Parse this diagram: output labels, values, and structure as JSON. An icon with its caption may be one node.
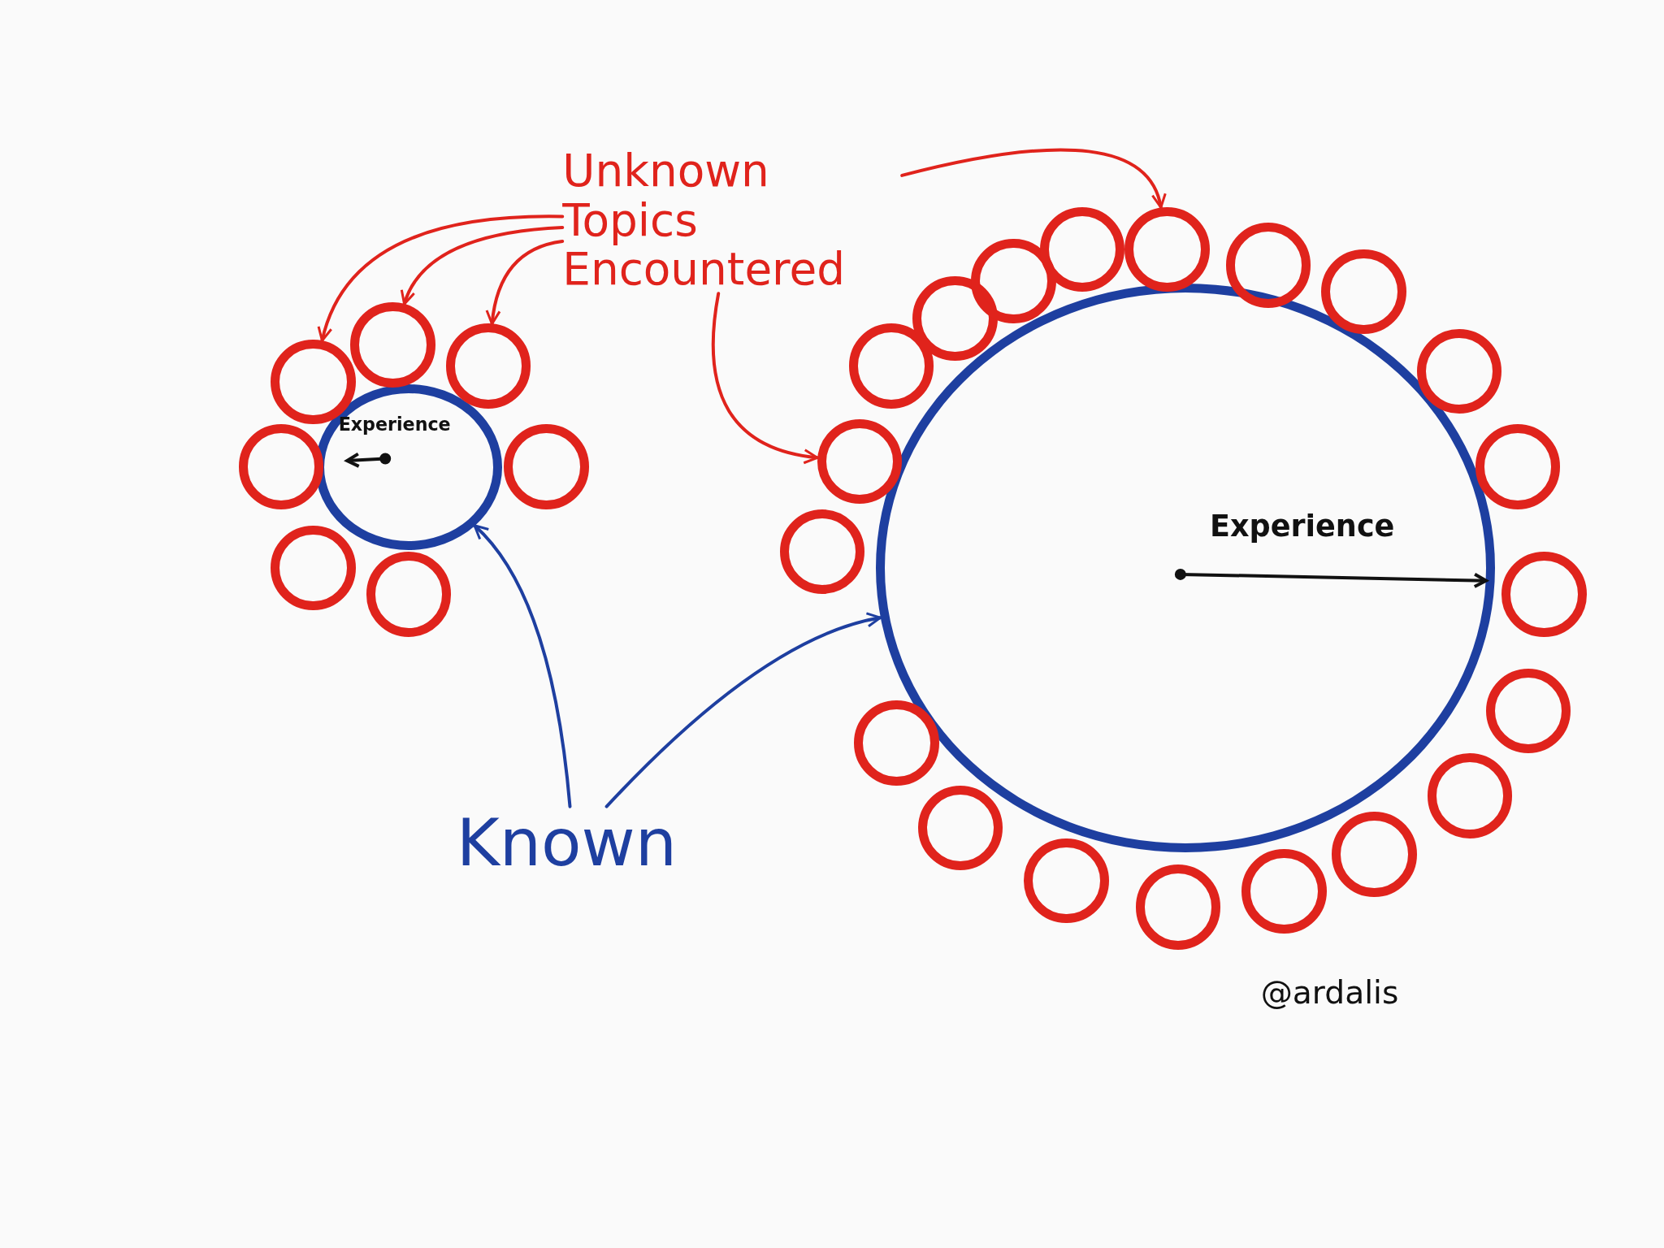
{
  "diagram": {
    "nodes": [
      {
        "text": [
          "Unknown Topics Encountered"
        ]
      },
      {
        "text": [
          "Experience"
        ]
      },
      {
        "text": [],
        "shape": "circle"
      },
      {
        "text": [],
        "shape": "circle"
      },
      {
        "text": [],
        "shape": "circle"
      },
      {
        "text": [],
        "shape": "circle"
      },
      {
        "text": [],
        "shape": "circle"
      },
      {
        "text": [],
        "shape": "circle"
      },
      {
        "text": [],
        "shape": "circle"
      },
      {
        "text": [
          "Experience"
        ]
      },
      {
        "text": [],
        "shape": "circle"
      },
      {
        "text": [],
        "shape": "circle"
      },
      {
        "text": [],
        "shape": "circle"
      },
      {
        "text": [],
        "shape": "circle"
      },
      {
        "text": [],
        "shape": "circle"
      },
      {
        "text": [],
        "shape": "circle"
      },
      {
        "text": [],
        "shape": "circle"
      },
      {
        "text": [],
        "shape": "circle"
      },
      {
        "text": [],
        "shape": "circle"
      },
      {
        "text": [],
        "shape": "circle"
      },
      {
        "text": [],
        "shape": "circle"
      },
      {
        "text": [],
        "shape": "circle"
      },
      {
        "text": [],
        "shape": "circle"
      },
      {
        "text": [],
        "shape": "circle"
      },
      {
        "text": [],
        "shape": "circle"
      },
      {
        "text": [],
        "shape": "circle"
      },
      {
        "text": [],
        "shape": "circle"
      },
      {
        "text": [],
        "shape": "circle"
      },
      {
        "text": [],
        "shape": "circle"
      },
      {
        "text": [],
        "shape": "circle"
      },
      {
        "text": [
          "Known"
        ]
      }
    ],
    "edges": [
      {
        "from": 0,
        "to": 3,
        "arrow": "to"
      },
      {
        "from": 0,
        "to": 5,
        "arrow": "to"
      },
      {
        "from": 0,
        "to": 7,
        "arrow": "to"
      },
      {
        "from": 0,
        "to": 19,
        "arrow": "to"
      },
      {
        "from": 0,
        "to": 11,
        "arrow": "to"
      },
      {
        "from": 30,
        "to": 1,
        "arrow": "to",
        "color": "#1e3fa0"
      },
      {
        "from": 30,
        "to": 9,
        "arrow": "to",
        "color": "#1e3fa0"
      }
    ],
    "labels": [
      "@ardalis"
    ]
  }
}
